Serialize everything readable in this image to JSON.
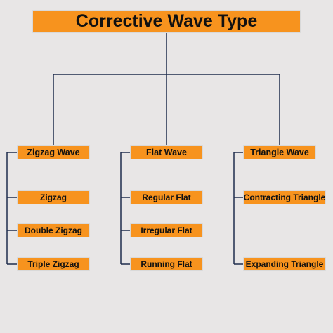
{
  "title": "Corrective Wave Type",
  "colors": {
    "background": "#e8e6e6",
    "box_fill": "#f7931e",
    "connector": "#1f2d4d"
  },
  "branches": [
    {
      "label": "Zigzag Wave",
      "children": [
        "Zigzag",
        "Double Zigzag",
        "Triple Zigzag"
      ]
    },
    {
      "label": "Flat Wave",
      "children": [
        "Regular Flat",
        "Irregular Flat",
        "Running Flat"
      ]
    },
    {
      "label": "Triangle Wave",
      "children": [
        "Contracting Triangle",
        "Expanding Triangle"
      ]
    }
  ]
}
